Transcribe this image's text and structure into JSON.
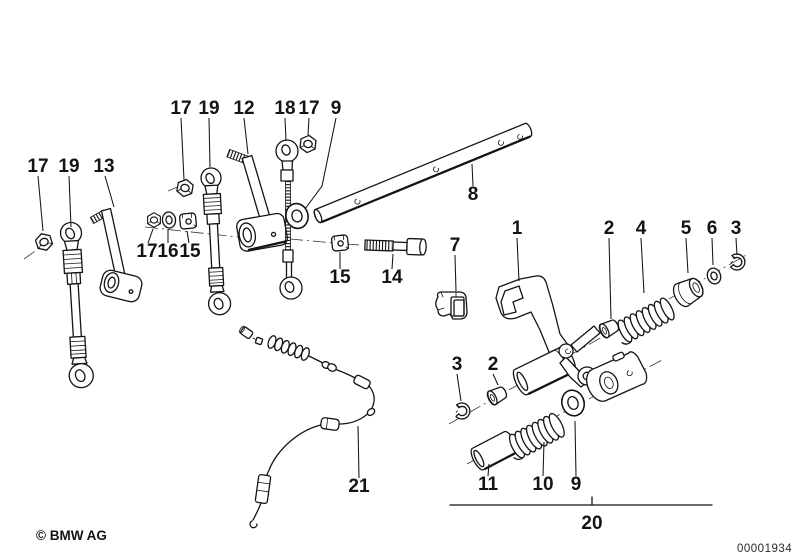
{
  "diagram": {
    "title_hint": "exploded-parts-diagram",
    "callouts": [
      "17",
      "19",
      "13",
      "17",
      "19",
      "12",
      "18",
      "17",
      "9",
      "8",
      "17",
      "16",
      "15",
      "15",
      "14",
      "7",
      "1",
      "2",
      "4",
      "5",
      "6",
      "3",
      "3",
      "2",
      "11",
      "10",
      "9",
      "20",
      "21"
    ],
    "copyright": "© BMW AG",
    "drawing_number": "00001934"
  }
}
